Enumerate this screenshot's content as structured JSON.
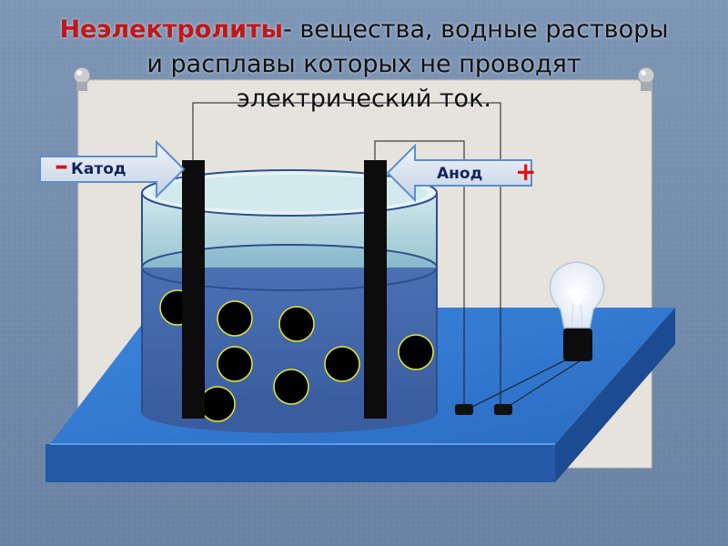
{
  "title": {
    "term": "Неэлектролиты",
    "line1_rest": "- вещества, водные растворы",
    "line2": "и расплавы которых не проводят",
    "line3": "электрический ток."
  },
  "cathode": {
    "label": "Катод",
    "sign": "–"
  },
  "anode": {
    "label": "Анод",
    "sign": "+"
  },
  "colors": {
    "background": "#6e87a8",
    "board": "#e6e2dc",
    "platform": "#2d72c8",
    "liquid": "#3f64a8",
    "term": "#c01818",
    "sign": "#e01010",
    "arrow": "#d6e0ee"
  },
  "icons": [
    "thumbtack-icon",
    "light-bulb-icon"
  ]
}
